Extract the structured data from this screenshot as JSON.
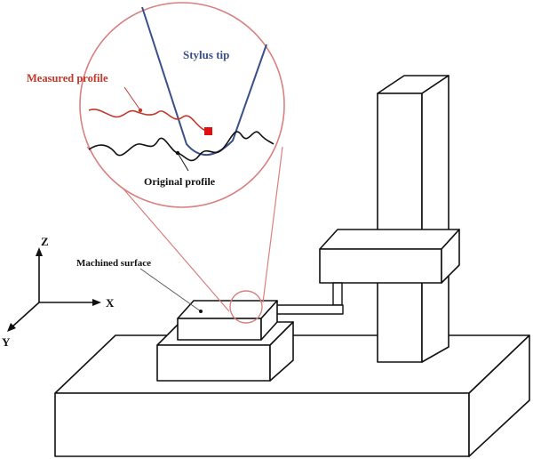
{
  "labels": {
    "stylus_tip": "Stylus tip",
    "measured_profile": "Measured profile",
    "original_profile": "Original profile",
    "machined_surface": "Machined surface",
    "axis_x": "X",
    "axis_y": "Y",
    "axis_z": "Z"
  },
  "colors": {
    "stylus": "#3a4f8a",
    "measured": "#c0392b",
    "magnifier": "#d98080",
    "outline": "#111111",
    "stylus_marker": "#e01010"
  }
}
